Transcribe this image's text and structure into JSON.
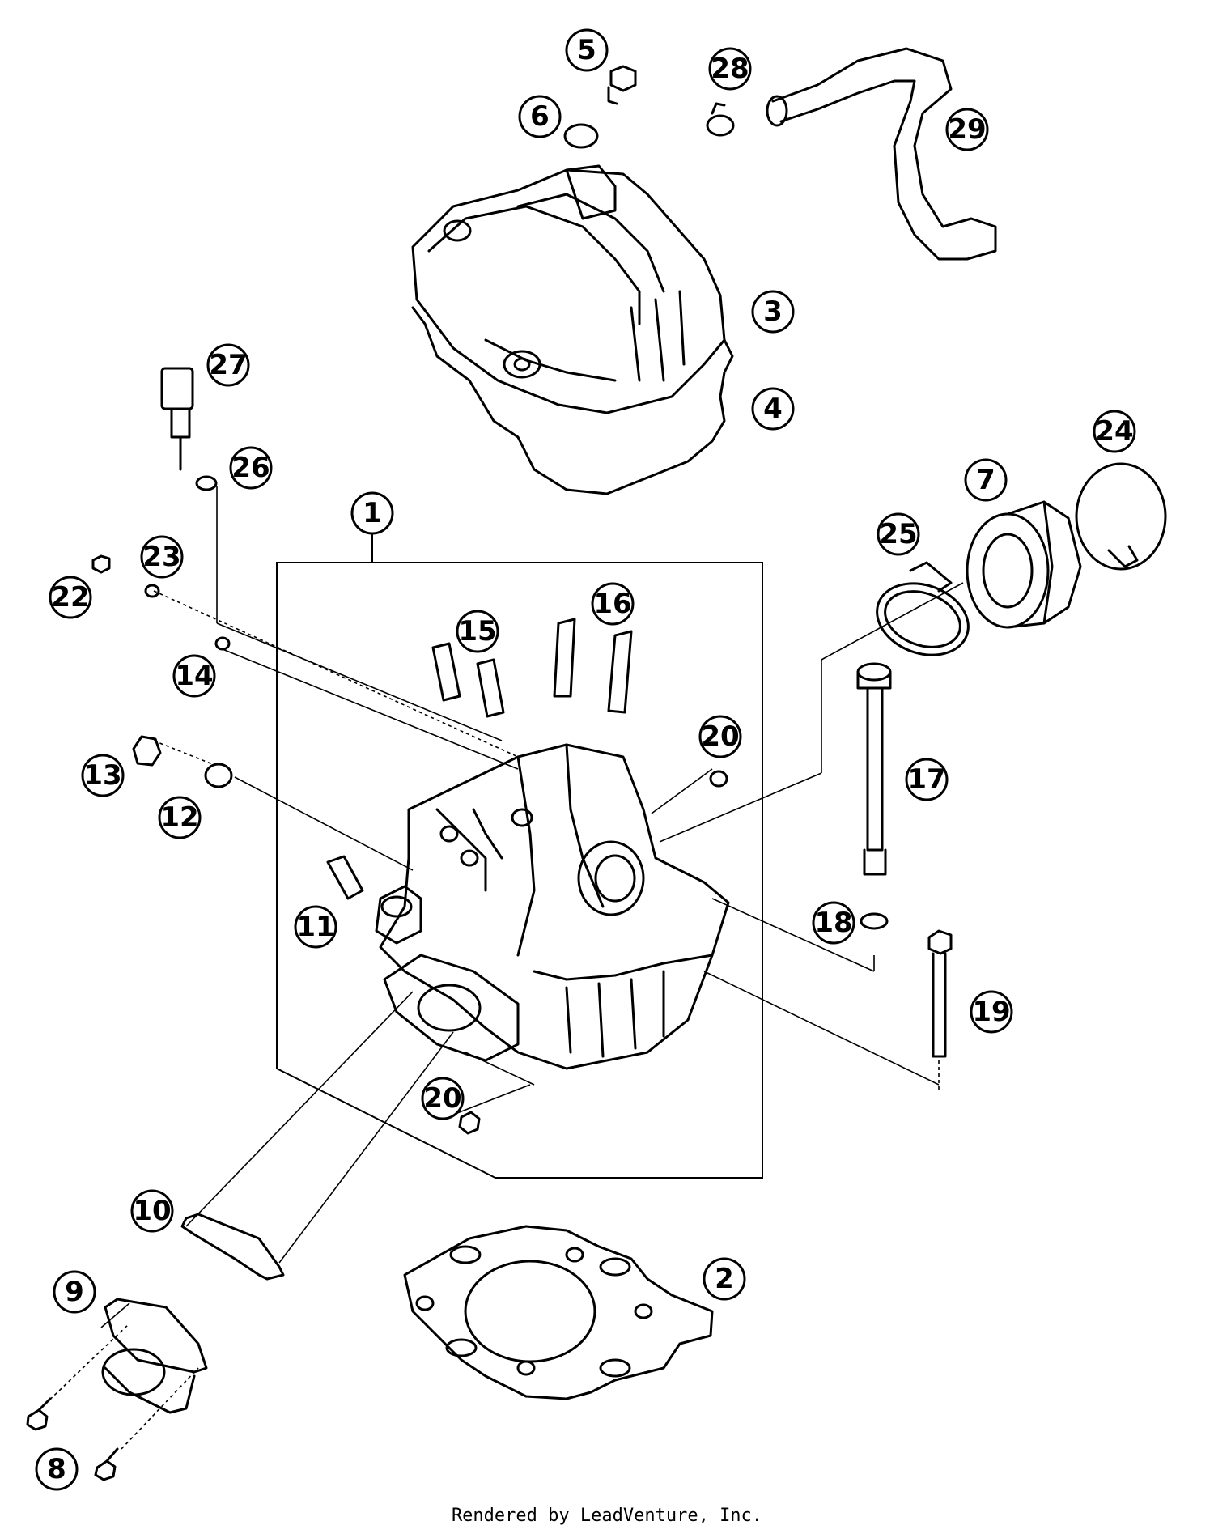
{
  "callouts": [
    "1",
    "2",
    "3",
    "4",
    "5",
    "6",
    "7",
    "8",
    "9",
    "10",
    "11",
    "12",
    "13",
    "14",
    "15",
    "16",
    "17",
    "18",
    "19",
    "20",
    "20",
    "22",
    "23",
    "24",
    "25",
    "26",
    "27",
    "28",
    "29"
  ],
  "footer": "Rendered by LeadVenture, Inc.",
  "colors": {
    "line": "#000000",
    "background": "#ffffff"
  }
}
